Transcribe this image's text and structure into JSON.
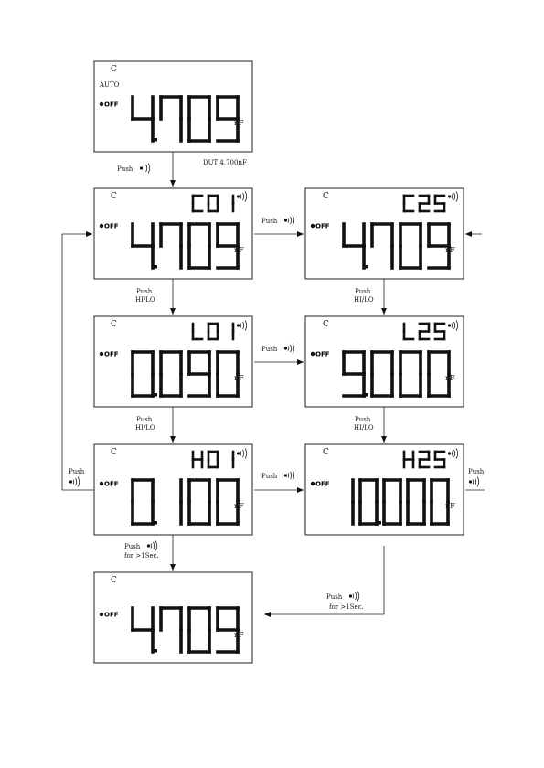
{
  "push_label": "Push",
  "hilo_label": "HI/LO",
  "hold_label": "for >1Sec.",
  "unit": "nF",
  "off_label": "OFF",
  "mode_label": "C",
  "auto_label": "AUTO",
  "dut_label": "DUT 4.700nF",
  "beep_icon": "beep-icon",
  "screens": [
    {
      "id": "s1",
      "primary": [
        "4",
        "7",
        "0",
        "9"
      ],
      "dot_after": 0,
      "code": [],
      "auto": true
    },
    {
      "id": "s2",
      "primary": [
        "4",
        "7",
        "0",
        "9"
      ],
      "dot_after": 0,
      "code": [
        "C",
        "0",
        "1"
      ],
      "auto": false
    },
    {
      "id": "s3",
      "primary": [
        "4",
        "7",
        "0",
        "9"
      ],
      "dot_after": 0,
      "code": [
        "C",
        "2",
        "5"
      ],
      "auto": false
    },
    {
      "id": "s4",
      "primary": [
        "0",
        "0",
        "9",
        "0"
      ],
      "dot_after": 0,
      "code": [
        "L",
        "0",
        "1"
      ],
      "auto": false
    },
    {
      "id": "s5",
      "primary": [
        "9",
        "0",
        "0",
        "0"
      ],
      "dot_after": 0,
      "code": [
        "L",
        "2",
        "5"
      ],
      "auto": false
    },
    {
      "id": "s6",
      "primary": [
        "0",
        "1",
        "0",
        "0"
      ],
      "dot_after": 0,
      "code": [
        "H",
        "0",
        "1"
      ],
      "auto": false
    },
    {
      "id": "s7",
      "primary": [
        "1",
        "0",
        "0",
        "0",
        "0"
      ],
      "dot_after": 1,
      "code": [
        "H",
        "2",
        "5"
      ],
      "auto": false
    },
    {
      "id": "s8",
      "primary": [
        "4",
        "7",
        "0",
        "9"
      ],
      "dot_after": 0,
      "code": [],
      "auto": false
    }
  ]
}
